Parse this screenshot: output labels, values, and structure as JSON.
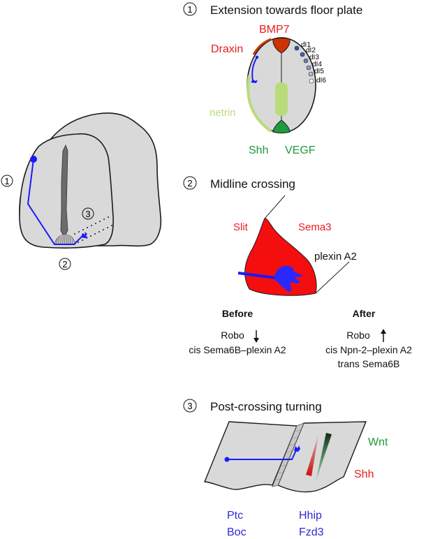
{
  "colors": {
    "tissue": "#d9d9d9",
    "outline": "#1a1a1a",
    "axon": "#1a1aff",
    "red": "#ee1c1c",
    "green": "#1f9a3c",
    "light_green": "#b9dc7a",
    "roof": "#cc3300",
    "blue_label": "#2b2bd6"
  },
  "overview": {
    "markers": [
      "1",
      "2",
      "3"
    ]
  },
  "panel1": {
    "number": "1",
    "title": "Extension towards floor plate",
    "labels": {
      "bmp7": "BMP7",
      "draxin": "Draxin",
      "netrin": "netrin",
      "shh": "Shh",
      "vegf": "VEGF"
    },
    "di_labels": [
      "dI1",
      "dI2",
      "dI3",
      "dI4",
      "dI5",
      "dI6"
    ]
  },
  "panel2": {
    "number": "2",
    "title": "Midline crossing",
    "labels": {
      "slit": "Slit",
      "sema3": "Sema3",
      "plexin": "plexin A2"
    },
    "before": {
      "heading": "Before",
      "robo": "Robo",
      "line2": "cis Sema6B–plexin A2"
    },
    "after": {
      "heading": "After",
      "robo": "Robo",
      "line2": "cis Npn-2–plexin A2",
      "line3": "trans Sema6B"
    }
  },
  "panel3": {
    "number": "3",
    "title": "Post-crossing turning",
    "labels": {
      "wnt": "Wnt",
      "shh": "Shh",
      "ptc": "Ptc",
      "boc": "Boc",
      "hhip": "Hhip",
      "fzd3": "Fzd3"
    }
  }
}
